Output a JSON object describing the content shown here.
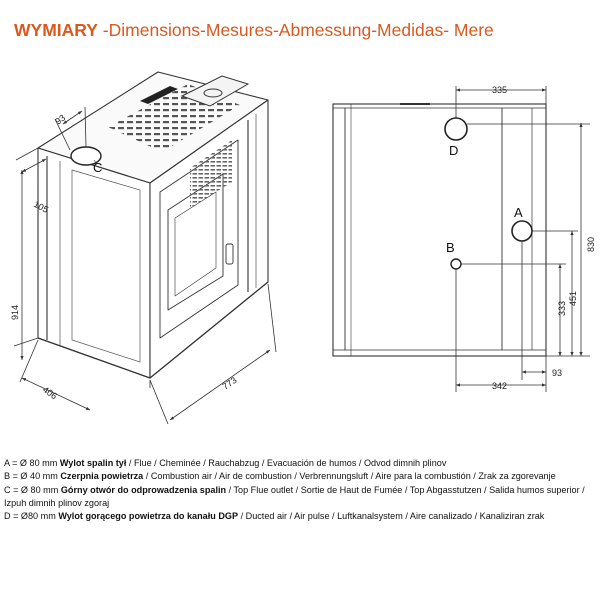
{
  "title": {
    "bold": "WYMIARY",
    "rest": " -Dimensions-Mesures-Abmessung-Medidas- Mere"
  },
  "left_view": {
    "dims": {
      "top_depth": "93",
      "side_offset": "105",
      "height": "914",
      "depth": "406",
      "width": "773"
    },
    "label_c": "C"
  },
  "right_view": {
    "dims": {
      "top_offset": "335",
      "total_height": "830",
      "a_height": "451",
      "b_height": "333",
      "bottom_right": "93",
      "bottom_left": "342"
    },
    "labels": {
      "d": "D",
      "a": "A",
      "b": "B"
    }
  },
  "legend": [
    {
      "prefix": "A = Ø 80 mm ",
      "bold": "Wylot spalin tył",
      "rest": " / Flue / Cheminée / Rauchabzug / Evacuación de humos / Odvod dimnih plinov"
    },
    {
      "prefix": "B = Ø 40 mm ",
      "bold": "Czerpnia powietrza",
      "rest": " / Combustion air / Air de combustion / Verbrennungsluft / Aire para la combustión / Zrak za zgorevanje"
    },
    {
      "prefix": "C = Ø 80 mm ",
      "bold": "Górny otwór do odprowadzenia spalin",
      "rest": " / Top Flue outlet / Sortie de Haut de Fumée / Top Abgasstutzen / Salida humos superior / Izpuh dimnih plinov zgoraj"
    },
    {
      "prefix": "D = Ø80 mm ",
      "bold": "Wylot gorącego powietrza do kanału DGP",
      "rest": " / Ducted air / Air pulse / Luftkanalsystem / Aire canalizado / Kanaliziran zrak"
    }
  ]
}
